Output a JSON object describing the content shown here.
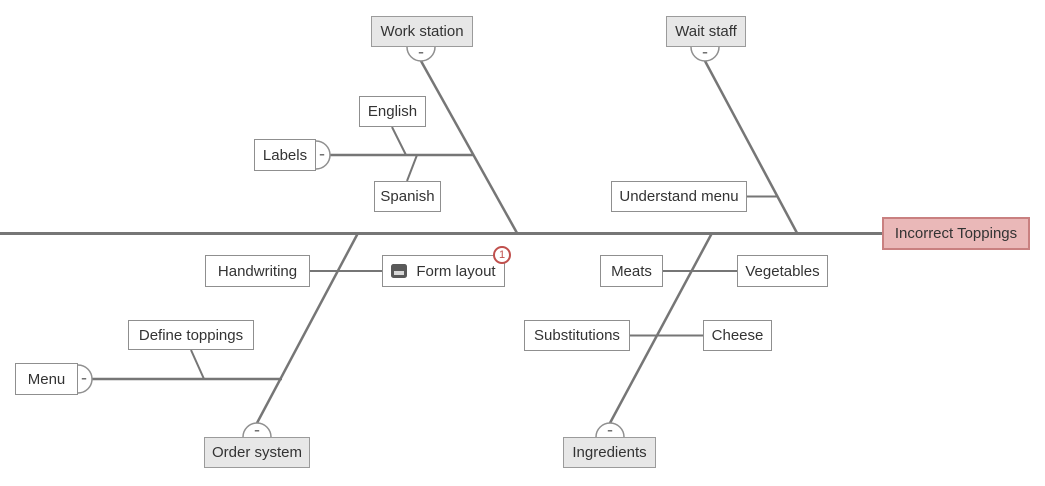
{
  "diagram": {
    "type": "fishbone",
    "collapse_glyph": "-",
    "effect": {
      "label": "Incorrect Toppings"
    },
    "branches": [
      {
        "label": "Work station",
        "side": "top",
        "children": [
          {
            "label": "Labels",
            "children": [
              {
                "label": "English"
              },
              {
                "label": "Spanish"
              }
            ]
          }
        ]
      },
      {
        "label": "Wait staff",
        "side": "top",
        "children": [
          {
            "label": "Understand menu"
          }
        ]
      },
      {
        "label": "Order system",
        "side": "bottom",
        "children": [
          {
            "label": "Handwriting"
          },
          {
            "label": "Form layout",
            "note_icon": "note-icon",
            "badge_count": "1"
          },
          {
            "label": "Menu",
            "children": [
              {
                "label": "Define toppings"
              }
            ]
          }
        ]
      },
      {
        "label": "Ingredients",
        "side": "bottom",
        "children": [
          {
            "label": "Meats"
          },
          {
            "label": "Vegetables"
          },
          {
            "label": "Substitutions"
          },
          {
            "label": "Cheese"
          }
        ]
      }
    ],
    "colors": {
      "line": "#767676",
      "box_border": "#8f8f8f",
      "category_fill": "#e7e7e7",
      "category_border": "#9b9b9b",
      "effect_fill": "#eab8b8",
      "effect_border": "#c98080",
      "badge_accent": "#c0504d",
      "text": "#333333"
    }
  }
}
